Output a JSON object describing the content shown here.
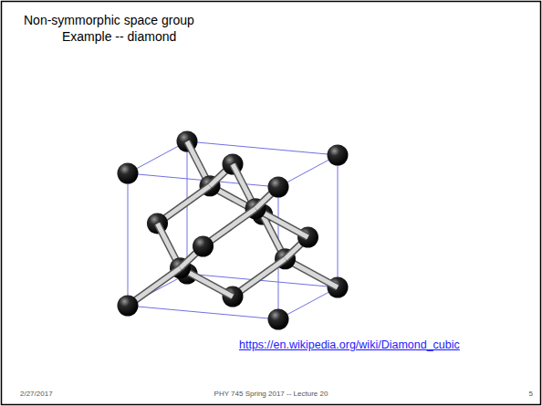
{
  "diagram": {
    "title": "Non-symmorphic space group",
    "labels": [
      "Example -- diamond",
      "https://en.wikipedia.org/wiki/Diamond_cubic",
      "2/27/2017",
      "PHY 745 Spring 2017 -- Lecture 20",
      "5"
    ]
  }
}
